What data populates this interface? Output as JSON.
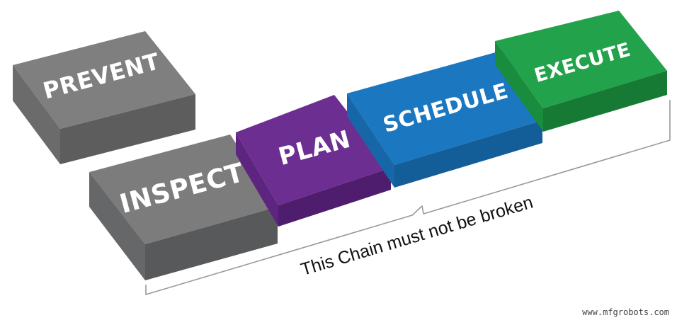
{
  "blocks": [
    {
      "key": "prevent",
      "label": "PREVENT",
      "top": "#7f7f80",
      "front": "#5d5d5e",
      "side": "#6b6b6c"
    },
    {
      "key": "inspect",
      "label": "INSPECT",
      "top": "#7c7c7d",
      "front": "#58595a",
      "side": "#666768"
    },
    {
      "key": "plan",
      "label": "PLAN",
      "top": "#6d2e91",
      "front": "#4f1d6d",
      "side": "#5d2580"
    },
    {
      "key": "schedule",
      "label": "SCHEDULE",
      "top": "#1b77c0",
      "front": "#135d98",
      "side": "#1766a8"
    },
    {
      "key": "execute",
      "label": "EXECUTE",
      "top": "#22a24a",
      "front": "#167a35",
      "side": "#1a8c3e"
    }
  ],
  "caption": "This Chain must not be broken",
  "watermark": "www.mfgrobots.com",
  "bracket_color": "#9a9a9a"
}
